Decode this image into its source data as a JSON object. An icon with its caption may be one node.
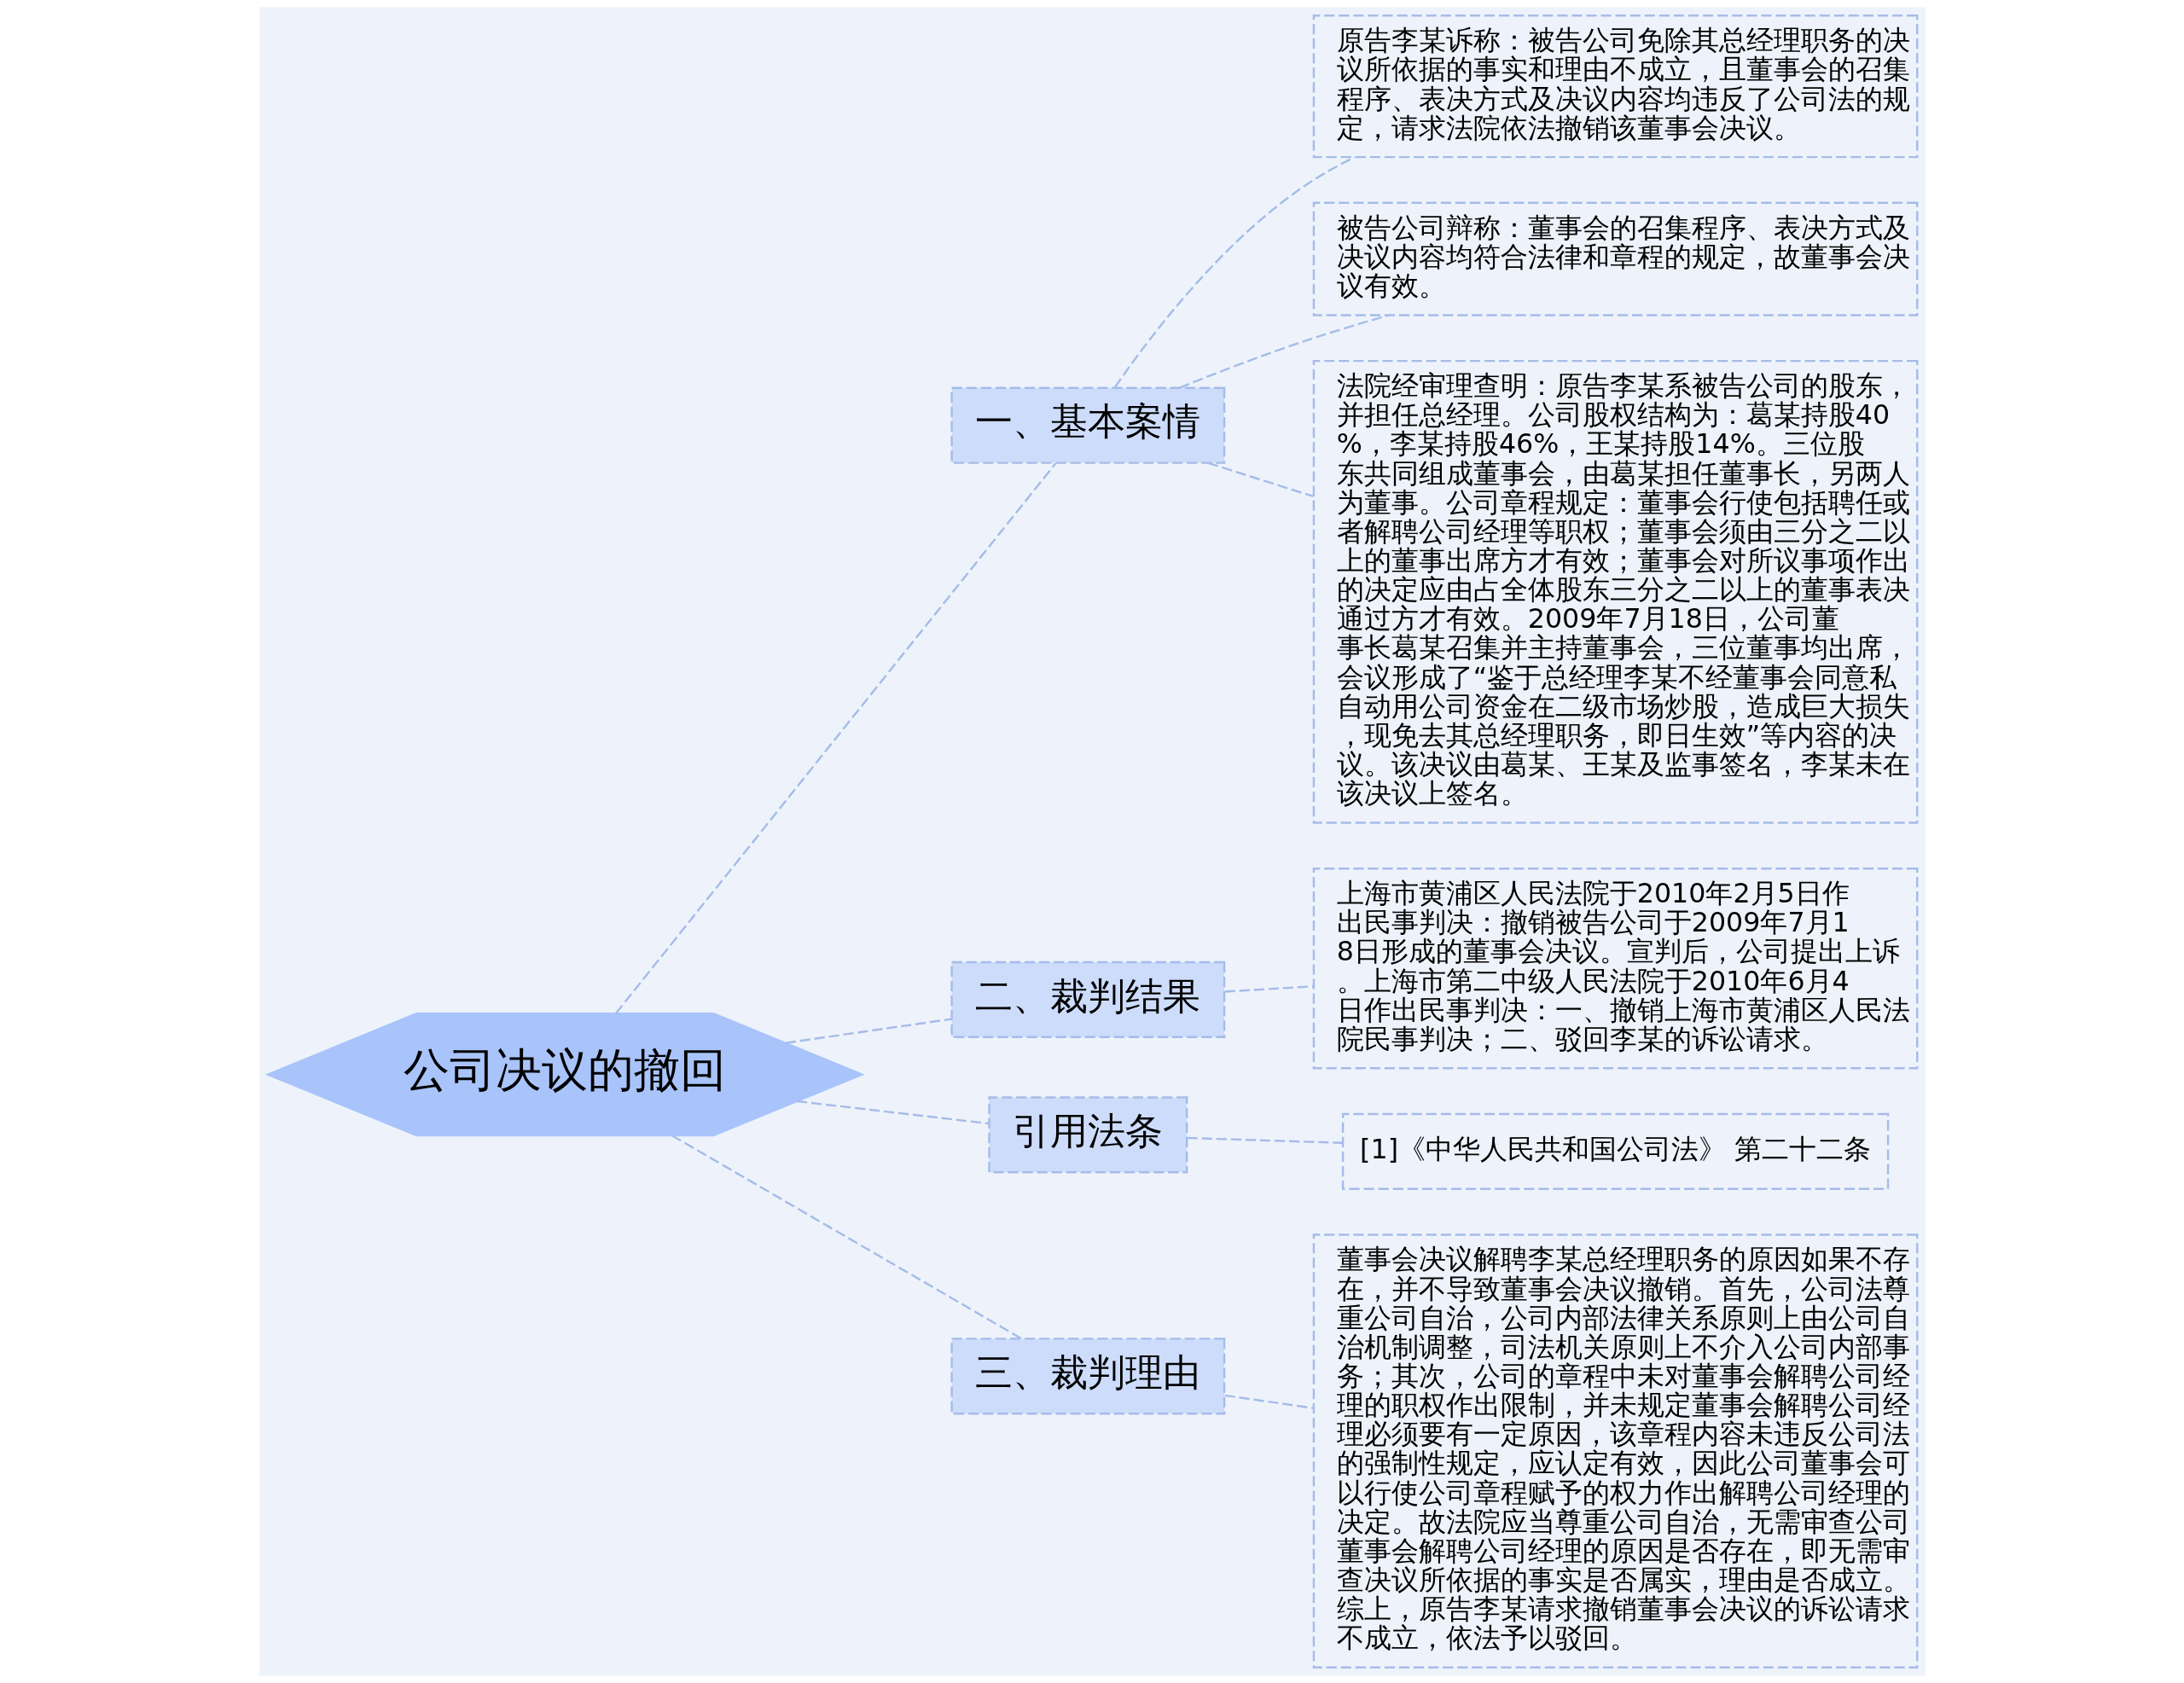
{
  "diagram": {
    "nodes": [
      {
        "text": [
          "公司决议的撤回"
        ]
      },
      {
        "text": [
          "一、基本案情"
        ]
      },
      {
        "text": [
          "原告李某诉称：被告公司免除其总经理职务的决议所依据的事实和理由不成立，且董事会的召集程序、表决方式及决议内容均违反了公司法的规定，请求法院依法撤销该董事会决议。"
        ]
      },
      {
        "text": [
          "被告公司辩称：董事会的召集程序、表决方式及决议内容均符合法律和章程的规定，故董事会决议有效。"
        ]
      },
      {
        "text": [
          "法院经审理查明：原告李某系被告公司的股东，并担任总经理。公司股权结构为：葛某持股40%，李某持股46%，王某持股14%。三位股东共同组成董事会，由葛某担任董事长，另两人为董事。公司章程规定：董事会行使包括聘任或者解聘公司经理等职权；董事会须由三分之二以上的董事出席方才有效；董事会对所议事项作出的决定应由占全体股东三分之二以上的董事表决通过方才有效。2009年7月18日，公司董事长葛某召集并主持董事会，三位董事均出席，会议形成了“鉴于总经理李某不经董事会同意私自动用公司资金在二级市场炒股，造成巨大损失，现免去其总经理职务，即日生效”等内容的决议。该决议由葛某、王某及监事签名，李某未在该决议上签名。"
        ]
      },
      {
        "text": [
          "二、裁判结果"
        ]
      },
      {
        "text": [
          "上海市黄浦区人民法院于2010年2月5日作出民事判决：撤销被告公司于2009年7月18日形成的董事会决议。宣判后，公司提出上诉。上海市第二中级人民法院于2010年6月4日作出民事判决：一、撤销上海市黄浦区人民法院民事判决；二、驳回李某的诉讼请求。"
        ]
      },
      {
        "text": [
          "引用法条"
        ]
      },
      {
        "text": [
          "[1]《中华人民共和国公司法》 第二十二条"
        ]
      },
      {
        "text": [
          "三、裁判理由"
        ]
      },
      {
        "text": [
          "董事会决议解聘李某总经理职务的原因如果不存在，并不导致董事会决议撤销。首先，公司法尊重公司自治，公司内部法律关系原则上由公司自治机制调整，司法机关原则上不介入公司内部事务；其次，公司的章程中未对董事会解聘公司经理的职权作出限制，并未规定董事会解聘公司经理必须要有一定原因，该章程内容未违反公司法的强制性规定，应认定有效，因此公司董事会可以行使公司章程赋予的权力作出解聘公司经理的决定。故法院应当尊重公司自治，无需审查公司董事会解聘公司经理的原因是否存在，即无需审查决议所依据的事实是否属实，理由是否成立。综上，原告李某请求撤销董事会决议的诉讼请求不成立，依法予以驳回。"
        ]
      }
    ],
    "edges": [
      {
        "from": 0,
        "to": 1,
        "arrow": "none",
        "style": "dashed"
      },
      {
        "from": 1,
        "to": 2,
        "arrow": "none",
        "style": "dashed"
      },
      {
        "from": 1,
        "to": 3,
        "arrow": "none",
        "style": "dashed"
      },
      {
        "from": 1,
        "to": 4,
        "arrow": "none",
        "style": "dashed"
      },
      {
        "from": 0,
        "to": 5,
        "arrow": "none",
        "style": "dashed"
      },
      {
        "from": 5,
        "to": 6,
        "arrow": "none",
        "style": "dashed"
      },
      {
        "from": 0,
        "to": 7,
        "arrow": "none",
        "style": "dashed"
      },
      {
        "from": 7,
        "to": 8,
        "arrow": "none",
        "style": "dashed"
      },
      {
        "from": 0,
        "to": 9,
        "arrow": "none",
        "style": "dashed"
      },
      {
        "from": 9,
        "to": 10,
        "arrow": "none",
        "style": "dashed"
      }
    ]
  }
}
